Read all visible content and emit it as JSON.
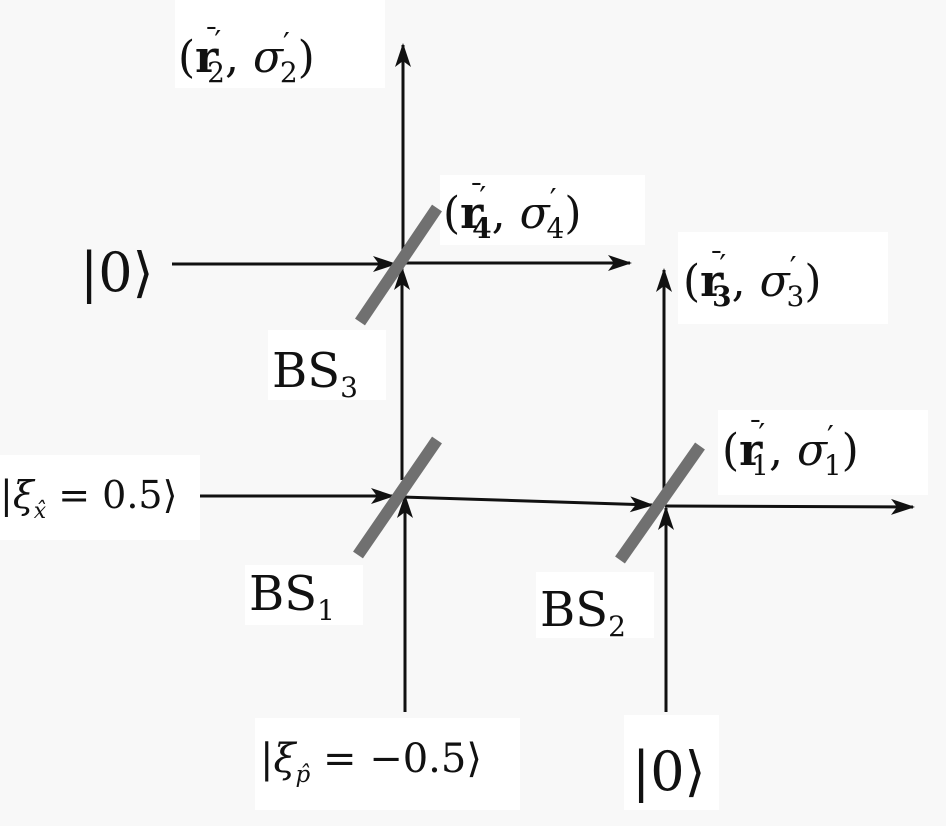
{
  "colors": {
    "background": "#f8f8f8",
    "beam": "#111111",
    "splitter": "#707070",
    "label_bg": "#ffffff"
  },
  "inputs": {
    "mode2_vacuum": "|0⟩",
    "squeezed_x": {
      "open": "|",
      "var": "ξ",
      "sub": "x̂",
      "rest": " = 0.5⟩"
    },
    "squeezed_p": {
      "open": "|",
      "var": "ξ",
      "sub": "p̂",
      "rest": " = −0.5⟩"
    },
    "mode4_vacuum": "|0⟩"
  },
  "beam_splitters": {
    "bs1": {
      "base": "BS",
      "sub": "1"
    },
    "bs2": {
      "base": "BS",
      "sub": "2"
    },
    "bs3": {
      "base": "BS",
      "sub": "3"
    }
  },
  "outputs": {
    "out1": {
      "open": "(",
      "r": "r",
      "bar": "¯",
      "prime": "′",
      "r_sub": "1",
      "comma": ", ",
      "sigma": "σ",
      "sigma_prime": "′",
      "sigma_sub": "1",
      "close": ")"
    },
    "out2": {
      "open": "(",
      "r": "r",
      "bar": "¯",
      "prime": "′",
      "r_sub": "2",
      "comma": ", ",
      "sigma": "σ",
      "sigma_prime": "′",
      "sigma_sub": "2",
      "close": ")"
    },
    "out3": {
      "open": "(",
      "r": "r",
      "bar": "¯",
      "prime": "′",
      "r_sub": "3",
      "comma": ", ",
      "sigma": "σ",
      "sigma_prime": "′",
      "sigma_sub": "3",
      "close": ")"
    },
    "out4": {
      "open": "(",
      "r": "r",
      "bar": "¯",
      "prime": "′",
      "r_sub": "4",
      "comma": ", ",
      "sigma": "σ",
      "sigma_prime": "′",
      "sigma_sub": "4",
      "close": ")"
    }
  }
}
